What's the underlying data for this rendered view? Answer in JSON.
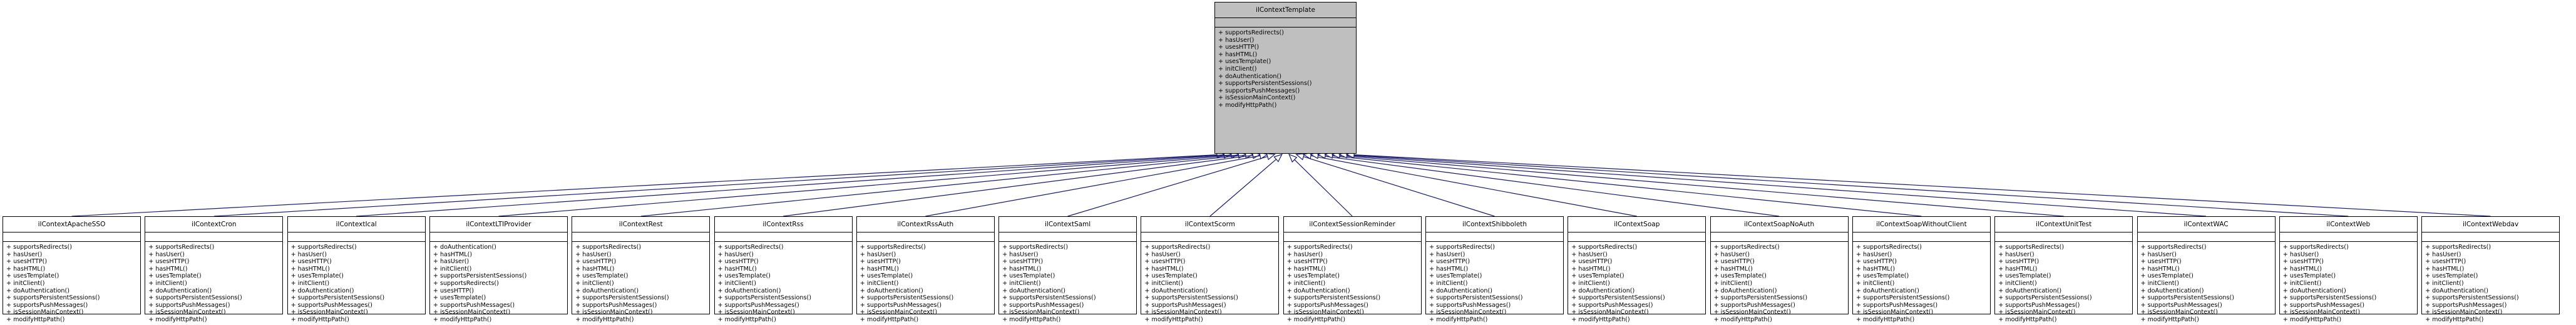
{
  "diagram": {
    "parent": {
      "name": "ilContextTemplate",
      "methods": [
        "+ supportsRedirects()",
        "+ hasUser()",
        "+ usesHTTP()",
        "+ hasHTML()",
        "+ usesTemplate()",
        "+ initClient()",
        "+ doAuthentication()",
        "+ supportsPersistentSessions()",
        "+ supportsPushMessages()",
        "+ isSessionMainContext()",
        "+ modifyHttpPath()"
      ]
    },
    "children": [
      {
        "name": "ilContextApacheSSO",
        "methods": [
          "+ supportsRedirects()",
          "+ hasUser()",
          "+ usesHTTP()",
          "+ hasHTML()",
          "+ usesTemplate()",
          "+ initClient()",
          "+ doAuthentication()",
          "+ supportsPersistentSessions()",
          "+ supportsPushMessages()",
          "+ isSessionMainContext()",
          "+ modifyHttpPath()"
        ]
      },
      {
        "name": "ilContextCron",
        "methods": [
          "+ supportsRedirects()",
          "+ hasUser()",
          "+ usesHTTP()",
          "+ hasHTML()",
          "+ usesTemplate()",
          "+ initClient()",
          "+ doAuthentication()",
          "+ supportsPersistentSessions()",
          "+ supportsPushMessages()",
          "+ isSessionMainContext()",
          "+ modifyHttpPath()"
        ]
      },
      {
        "name": "ilContextIcal",
        "methods": [
          "+ supportsRedirects()",
          "+ hasUser()",
          "+ usesHTTP()",
          "+ hasHTML()",
          "+ usesTemplate()",
          "+ initClient()",
          "+ doAuthentication()",
          "+ supportsPersistentSessions()",
          "+ supportsPushMessages()",
          "+ isSessionMainContext()",
          "+ modifyHttpPath()"
        ]
      },
      {
        "name": "ilContextLTIProvider",
        "methods": [
          "+ doAuthentication()",
          "+ hasHTML()",
          "+ hasUser()",
          "+ initClient()",
          "+ supportsPersistentSessions()",
          "+ supportsRedirects()",
          "+ usesHTTP()",
          "+ usesTemplate()",
          "+ supportsPushMessages()",
          "+ isSessionMainContext()",
          "+ modifyHttpPath()"
        ]
      },
      {
        "name": "ilContextRest",
        "methods": [
          "+ supportsRedirects()",
          "+ hasUser()",
          "+ usesHTTP()",
          "+ hasHTML()",
          "+ usesTemplate()",
          "+ initClient()",
          "+ doAuthentication()",
          "+ supportsPersistentSessions()",
          "+ supportsPushMessages()",
          "+ isSessionMainContext()",
          "+ modifyHttpPath()"
        ]
      },
      {
        "name": "ilContextRss",
        "methods": [
          "+ supportsRedirects()",
          "+ hasUser()",
          "+ usesHTTP()",
          "+ hasHTML()",
          "+ usesTemplate()",
          "+ initClient()",
          "+ doAuthentication()",
          "+ supportsPersistentSessions()",
          "+ supportsPushMessages()",
          "+ isSessionMainContext()",
          "+ modifyHttpPath()"
        ]
      },
      {
        "name": "ilContextRssAuth",
        "methods": [
          "+ supportsRedirects()",
          "+ hasUser()",
          "+ usesHTTP()",
          "+ hasHTML()",
          "+ usesTemplate()",
          "+ initClient()",
          "+ doAuthentication()",
          "+ supportsPersistentSessions()",
          "+ supportsPushMessages()",
          "+ isSessionMainContext()",
          "+ modifyHttpPath()"
        ]
      },
      {
        "name": "ilContextSaml",
        "methods": [
          "+ supportsRedirects()",
          "+ hasUser()",
          "+ usesHTTP()",
          "+ hasHTML()",
          "+ usesTemplate()",
          "+ initClient()",
          "+ doAuthentication()",
          "+ supportsPersistentSessions()",
          "+ supportsPushMessages()",
          "+ isSessionMainContext()",
          "+ modifyHttpPath()"
        ]
      },
      {
        "name": "ilContextScorm",
        "methods": [
          "+ supportsRedirects()",
          "+ hasUser()",
          "+ usesHTTP()",
          "+ hasHTML()",
          "+ usesTemplate()",
          "+ initClient()",
          "+ doAuthentication()",
          "+ supportsPersistentSessions()",
          "+ supportsPushMessages()",
          "+ isSessionMainContext()",
          "+ modifyHttpPath()"
        ]
      },
      {
        "name": "ilContextSessionReminder",
        "methods": [
          "+ supportsRedirects()",
          "+ hasUser()",
          "+ usesHTTP()",
          "+ hasHTML()",
          "+ usesTemplate()",
          "+ initClient()",
          "+ doAuthentication()",
          "+ supportsPersistentSessions()",
          "+ supportsPushMessages()",
          "+ isSessionMainContext()",
          "+ modifyHttpPath()"
        ]
      },
      {
        "name": "ilContextShibboleth",
        "methods": [
          "+ supportsRedirects()",
          "+ hasUser()",
          "+ usesHTTP()",
          "+ hasHTML()",
          "+ usesTemplate()",
          "+ initClient()",
          "+ doAuthentication()",
          "+ supportsPersistentSessions()",
          "+ supportsPushMessages()",
          "+ isSessionMainContext()",
          "+ modifyHttpPath()"
        ]
      },
      {
        "name": "ilContextSoap",
        "methods": [
          "+ supportsRedirects()",
          "+ hasUser()",
          "+ usesHTTP()",
          "+ hasHTML()",
          "+ usesTemplate()",
          "+ initClient()",
          "+ doAuthentication()",
          "+ supportsPersistentSessions()",
          "+ supportsPushMessages()",
          "+ isSessionMainContext()",
          "+ modifyHttpPath()"
        ]
      },
      {
        "name": "ilContextSoapNoAuth",
        "methods": [
          "+ supportsRedirects()",
          "+ hasUser()",
          "+ usesHTTP()",
          "+ hasHTML()",
          "+ usesTemplate()",
          "+ initClient()",
          "+ doAuthentication()",
          "+ supportsPersistentSessions()",
          "+ supportsPushMessages()",
          "+ isSessionMainContext()",
          "+ modifyHttpPath()"
        ]
      },
      {
        "name": "ilContextSoapWithoutClient",
        "methods": [
          "+ supportsRedirects()",
          "+ hasUser()",
          "+ usesHTTP()",
          "+ hasHTML()",
          "+ usesTemplate()",
          "+ initClient()",
          "+ doAuthentication()",
          "+ supportsPersistentSessions()",
          "+ supportsPushMessages()",
          "+ isSessionMainContext()",
          "+ modifyHttpPath()"
        ]
      },
      {
        "name": "ilContextUnitTest",
        "methods": [
          "+ supportsRedirects()",
          "+ hasUser()",
          "+ usesHTTP()",
          "+ hasHTML()",
          "+ usesTemplate()",
          "+ initClient()",
          "+ doAuthentication()",
          "+ supportsPersistentSessions()",
          "+ supportsPushMessages()",
          "+ isSessionMainContext()",
          "+ modifyHttpPath()"
        ]
      },
      {
        "name": "ilContextWAC",
        "methods": [
          "+ supportsRedirects()",
          "+ hasUser()",
          "+ usesHTTP()",
          "+ hasHTML()",
          "+ usesTemplate()",
          "+ initClient()",
          "+ doAuthentication()",
          "+ supportsPersistentSessions()",
          "+ supportsPushMessages()",
          "+ isSessionMainContext()",
          "+ modifyHttpPath()"
        ]
      },
      {
        "name": "ilContextWeb",
        "methods": [
          "+ supportsRedirects()",
          "+ hasUser()",
          "+ usesHTTP()",
          "+ hasHTML()",
          "+ usesTemplate()",
          "+ initClient()",
          "+ doAuthentication()",
          "+ supportsPersistentSessions()",
          "+ supportsPushMessages()",
          "+ isSessionMainContext()",
          "+ modifyHttpPath()"
        ]
      },
      {
        "name": "ilContextWebdav",
        "methods": [
          "+ supportsRedirects()",
          "+ hasUser()",
          "+ usesHTTP()",
          "+ hasHTML()",
          "+ usesTemplate()",
          "+ initClient()",
          "+ doAuthentication()",
          "+ supportsPersistentSessions()",
          "+ supportsPushMessages()",
          "+ isSessionMainContext()",
          "+ modifyHttpPath()"
        ]
      }
    ],
    "colors": {
      "edge": "#191970",
      "border": "#000000",
      "parent_fill": "#bfbfbf",
      "child_fill": "#ffffff"
    }
  }
}
